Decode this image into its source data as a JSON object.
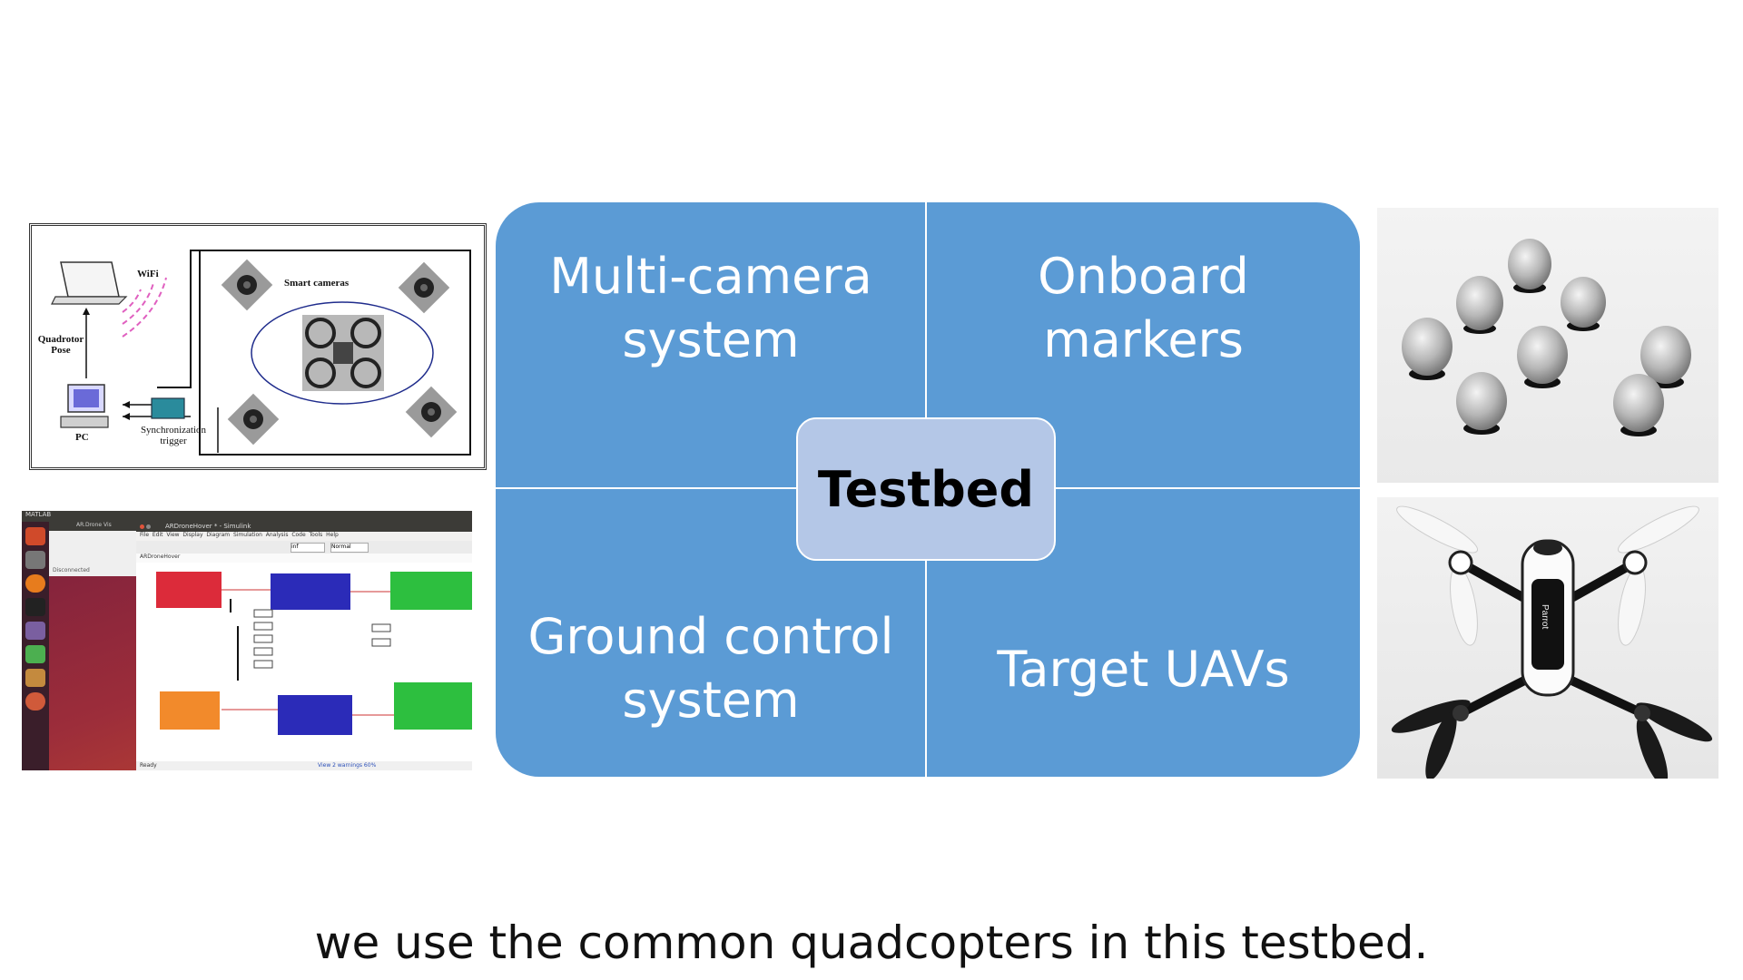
{
  "diagram": {
    "wifi_label": "WiFi",
    "cameras_label": "Smart cameras",
    "pose_label": "Quadrotor\nPose",
    "pc_label": "PC",
    "sync_label": "Synchronization\ntrigger"
  },
  "matlab": {
    "top_bar_app": "MATLAB",
    "window_title": "ARDroneHover * - Simulink",
    "side_window": "AR.Drone Vis",
    "side_status": "Disconnected",
    "menu": [
      "File",
      "Edit",
      "View",
      "Display",
      "Diagram",
      "Simulation",
      "Analysis",
      "Code",
      "Tools",
      "Help"
    ],
    "sim_time": "inf",
    "mode": "Normal",
    "breadcrumb": "ARDroneHover",
    "status_left": "Ready",
    "status_right": "View 2 warnings  60%"
  },
  "quadrants": {
    "top_left": "Multi-camera\nsystem",
    "top_right": "Onboard\nmarkers",
    "bottom_left": "Ground control\nsystem",
    "bottom_right": "Target UAVs",
    "center": "Testbed"
  },
  "drone_brand": "Parrot",
  "subtitle": "we use the common quadcopters in this testbed.",
  "colors": {
    "quadrant_fill": "#5b9bd5",
    "center_fill": "#b4c7e7",
    "divider": "#ffffff"
  }
}
